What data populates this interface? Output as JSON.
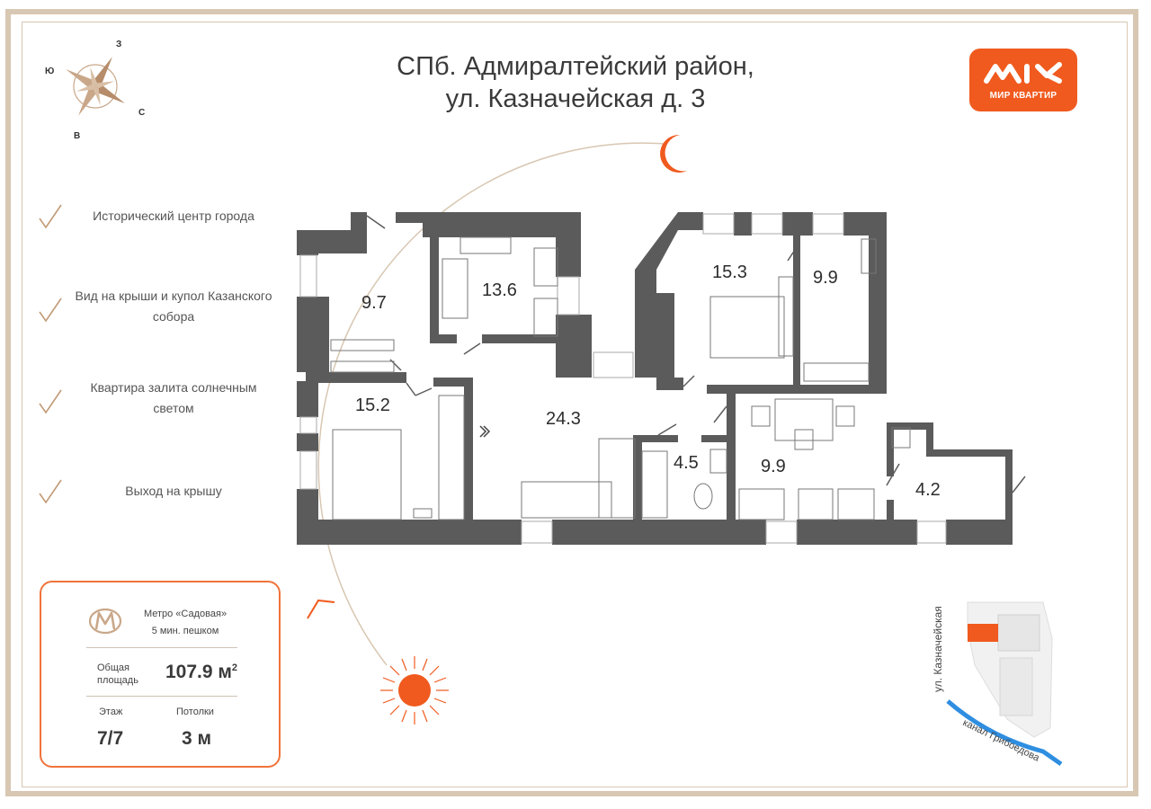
{
  "header": {
    "title_line1": "СПб. Адмиралтейский район,",
    "title_line2": "ул. Казначейская д. 3"
  },
  "logo": {
    "text": "МИР КВАРТИР",
    "color": "#f05a1e"
  },
  "compass": {
    "n": "З",
    "s": "В",
    "e": "С",
    "w": "Ю"
  },
  "features": [
    {
      "text": "Исторический центр города"
    },
    {
      "text": "Вид на крыши и купол Казанского собора"
    },
    {
      "text": "Квартира залита солнечным светом"
    },
    {
      "text": "Выход на крышу"
    }
  ],
  "info": {
    "metro_line1": "Метро «Садовая»",
    "metro_line2": "5 мин. пешком",
    "area_label_line1": "Общая",
    "area_label_line2": "площадь",
    "area_value": "107.9 м",
    "area_sup": "2",
    "floor_label": "Этаж",
    "floor_value": "7/7",
    "ceiling_label": "Потолки",
    "ceiling_value": "3 м"
  },
  "rooms": [
    {
      "label": "9.7"
    },
    {
      "label": "13.6"
    },
    {
      "label": "15.3"
    },
    {
      "label": "9.9"
    },
    {
      "label": "15.2"
    },
    {
      "label": "24.3"
    },
    {
      "label": "4.5"
    },
    {
      "label": "9.9"
    },
    {
      "label": "4.2"
    }
  ],
  "map": {
    "street_main": "ул. Казначейская",
    "canal": "канал Грибоедова",
    "highlight_color": "#f05a1e",
    "water_color": "#2f8ee0"
  },
  "colors": {
    "wall": "#5b5b5b",
    "accent": "#f05a1e",
    "frame": "#d8c7b2"
  }
}
